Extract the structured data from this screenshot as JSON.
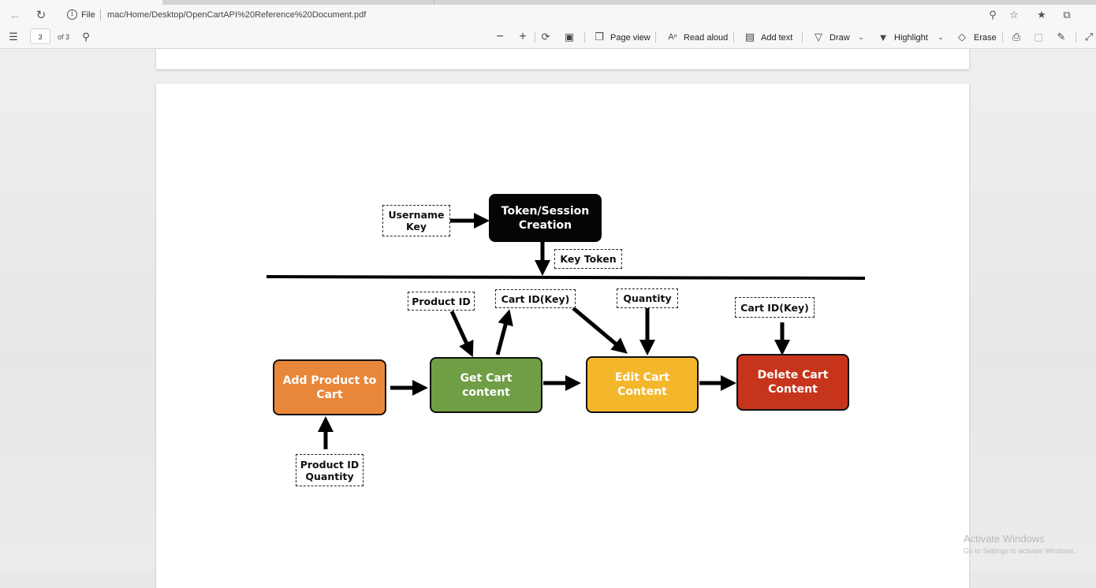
{
  "browser": {
    "file_label": "File",
    "url": "mac/Home/Desktop/OpenCartAPI%20Reference%20Document.pdf"
  },
  "pdf_toolbar": {
    "page_number": "3",
    "page_of": "of 3",
    "page_view": "Page view",
    "read_aloud": "Read aloud",
    "add_text": "Add text",
    "draw": "Draw",
    "highlight": "Highlight",
    "erase": "Erase"
  },
  "diagram": {
    "username_key": "Username\nKey",
    "token_session": "Token/Session\nCreation",
    "key_token": "Key Token",
    "product_id": "Product ID",
    "cart_id_key_1": "Cart ID(Key)",
    "quantity": "Quantity",
    "cart_id_key_2": "Cart ID(Key)",
    "add_product": "Add Product to\nCart",
    "get_cart": "Get Cart\ncontent",
    "edit_cart": "Edit Cart\nContent",
    "delete_cart": "Delete Cart\nContent",
    "product_id_quantity": "Product ID\nQuantity",
    "colors": {
      "token": "#050505",
      "add": "#e8873a",
      "get": "#6f9e45",
      "edit": "#f4b72c",
      "delete": "#c6351b"
    }
  },
  "watermark": {
    "line1": "Activate Windows",
    "line2": "Go to Settings to activate Windows."
  }
}
